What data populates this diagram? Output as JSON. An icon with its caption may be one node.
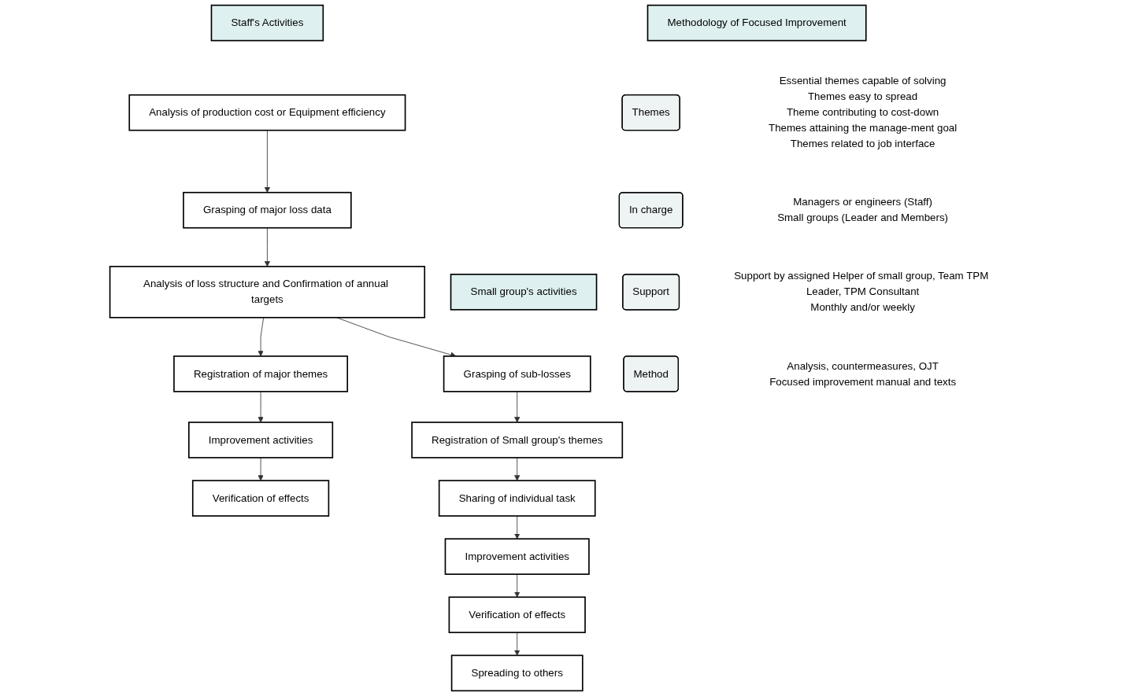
{
  "diagram": {
    "nodes": [
      {
        "text": [
          "Staff's  Activities"
        ]
      },
      {
        "text": [
          "Small group's activities"
        ]
      },
      {
        "text": [
          "Methodology of Focused Improvement"
        ]
      },
      {
        "text": [
          "Analysis of production cost or Equipment efficiency"
        ]
      },
      {
        "text": [
          "Grasping of major loss data"
        ]
      },
      {
        "text": [
          "Analysis of loss structure and Confirmation of annual targets"
        ]
      },
      {
        "text": [
          "Registration of major themes"
        ]
      },
      {
        "text": [
          "Improvement activities"
        ]
      },
      {
        "text": [
          "Verification of effects"
        ]
      },
      {
        "text": [
          "Grasping of sub-losses"
        ]
      },
      {
        "text": [
          "Registration of Small group's themes"
        ]
      },
      {
        "text": [
          "Sharing of individual task"
        ]
      },
      {
        "text": [
          "Improvement activities"
        ]
      },
      {
        "text": [
          "Verification of effects"
        ]
      },
      {
        "text": [
          "Spreading to others"
        ]
      },
      {
        "text": [
          "Themes"
        ],
        "beside": [
          "Essential themes capable of solving",
          "Themes easy  to spread",
          "Theme contributing to cost-down",
          "Themes attaining the manage-ment goal",
          "Themes related to job interface"
        ]
      },
      {
        "text": [
          "In charge"
        ],
        "beside": [
          "Managers or engineers (Staff)",
          "Small  groups (Leader and Members)"
        ]
      },
      {
        "text": [
          "Support"
        ],
        "beside": [
          "Support by assigned Helper of small group, Team TPM Leader, TPM Consultant",
          "Monthly and/or weekly"
        ]
      },
      {
        "text": [
          "Method"
        ],
        "beside": [
          "Analysis, countermeasures, OJT",
          "Focused improvement manual and texts"
        ]
      }
    ],
    "edges": [
      {
        "from": 3,
        "to": 4,
        "arrow": "to"
      },
      {
        "from": 4,
        "to": 5,
        "arrow": "to"
      },
      {
        "from": 5,
        "to": 6,
        "arrow": "to"
      },
      {
        "from": 5,
        "to": 9,
        "arrow": "to"
      },
      {
        "from": 6,
        "to": 7,
        "arrow": "to"
      },
      {
        "from": 7,
        "to": 8,
        "arrow": "to"
      },
      {
        "from": 9,
        "to": 10,
        "arrow": "to"
      },
      {
        "from": 10,
        "to": 11,
        "arrow": "to"
      },
      {
        "from": 11,
        "to": 12,
        "arrow": "to"
      },
      {
        "from": 12,
        "to": 13,
        "arrow": "to"
      },
      {
        "from": 13,
        "to": 14,
        "arrow": "to"
      }
    ]
  }
}
